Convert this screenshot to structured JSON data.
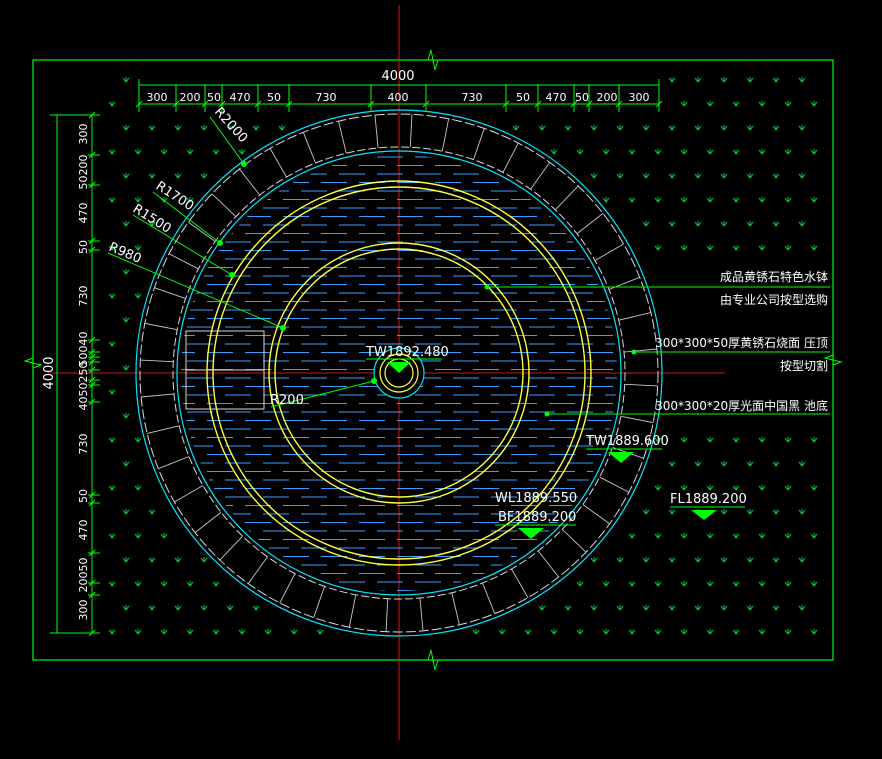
{
  "overall": {
    "width_label": "4000",
    "height_label": "4000"
  },
  "top_dims": [
    "300",
    "200",
    "50",
    "470",
    "50",
    "730",
    "400",
    "730",
    "50",
    "470",
    "50",
    "200",
    "300"
  ],
  "left_dims": [
    "300",
    "50200",
    "470",
    "50",
    "730",
    "50040",
    "4050250",
    "730",
    "50",
    "470",
    "20050",
    "300"
  ],
  "radii": {
    "r2000": "R2000",
    "r1700": "R1700",
    "r1500": "R1500",
    "r980": "R980",
    "r200": "R200"
  },
  "levels": {
    "tw_center": "TW1892.480",
    "tw_rim": "TW1889.600",
    "wl": "WL1889.550",
    "bf": "BF1889.200",
    "fl": "FL1889.200"
  },
  "notes": {
    "n1_line1": "成品黄锈石特色水钵",
    "n1_line2": "由专业公司按型选购",
    "n2_line1": "300*300*50厚黄锈石烧面 压顶",
    "n2_line2": "按型切割",
    "n3_line1": "300*300*20厚光面中国黑 池底"
  },
  "colors": {
    "background": "#000000",
    "frame": "#00ff00",
    "dimension": "#00ff00",
    "water": "#3aa0ff",
    "rim_cyan": "#00e5ff",
    "paving": "#d8d8d8",
    "yellow_ring": "#ffff3c",
    "center_line": "#ff2020",
    "text": "#ffffff"
  }
}
